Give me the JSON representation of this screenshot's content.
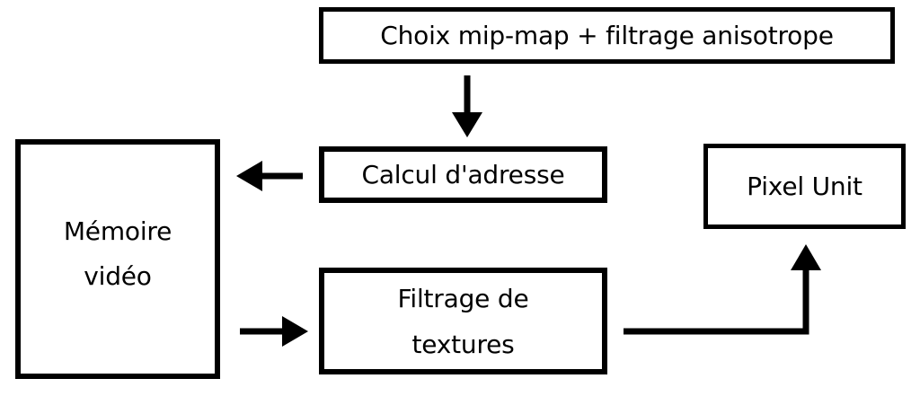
{
  "diagram": {
    "background_color": "#ffffff",
    "line_color": "#000000",
    "box_fill_color": "#ffffff",
    "boxes": [
      {
        "id": "mip-map-choice",
        "label": "Choix mip-map + filtrage anisotrope"
      },
      {
        "id": "address-calculation",
        "label": "Calcul d'adresse"
      },
      {
        "id": "video-memory",
        "label": "Mémoire vidéo",
        "line1": "Mémoire",
        "line2": "vidéo"
      },
      {
        "id": "texture-filtering",
        "label": "Filtrage de textures",
        "line1": "Filtrage de",
        "line2": "textures"
      },
      {
        "id": "pixel-unit",
        "label": "Pixel Unit"
      }
    ],
    "arrows": [
      {
        "from": "mip-map-choice",
        "to": "address-calculation",
        "shape": "straight-down"
      },
      {
        "from": "address-calculation",
        "to": "video-memory",
        "shape": "straight-left"
      },
      {
        "from": "video-memory",
        "to": "texture-filtering",
        "shape": "straight-right"
      },
      {
        "from": "texture-filtering",
        "to": "pixel-unit",
        "shape": "right-then-up"
      }
    ]
  }
}
